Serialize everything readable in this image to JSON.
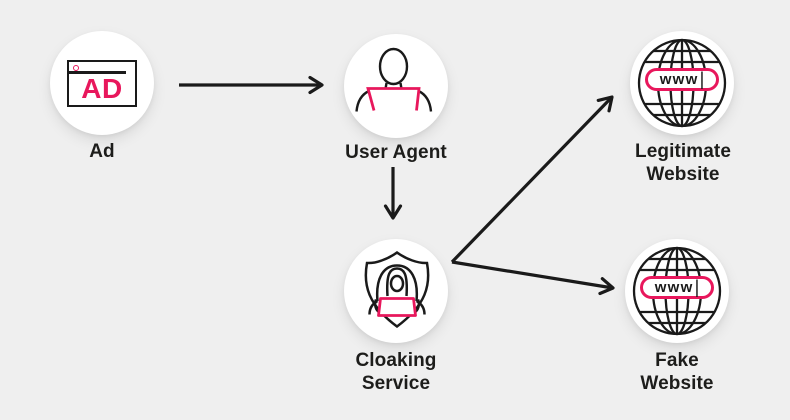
{
  "colors": {
    "background": "#efefef",
    "node_fill": "#ffffff",
    "line": "#1a1a1a",
    "accent_pink": "#e8175c",
    "label_text": "#1d1d1b"
  },
  "nodes": [
    {
      "id": "ad",
      "icon": "ad-browser-icon",
      "line1": "Ad",
      "line2": ""
    },
    {
      "id": "user-agent",
      "icon": "person-at-laptop-icon",
      "line1": "User Agent",
      "line2": ""
    },
    {
      "id": "cloaking-service",
      "icon": "hooded-figure-shield-icon",
      "line1": "Cloaking",
      "line2": "Service"
    },
    {
      "id": "legitimate-website",
      "icon": "globe-www-icon",
      "line1": "Legitimate",
      "line2": "Website"
    },
    {
      "id": "fake-website",
      "icon": "globe-www-icon",
      "line1": "Fake",
      "line2": "Website"
    }
  ],
  "icon_text": {
    "ad_badge": "AD",
    "www": "www",
    "cursor": "|"
  },
  "edges": [
    {
      "from": "ad",
      "to": "user-agent"
    },
    {
      "from": "user-agent",
      "to": "cloaking-service"
    },
    {
      "from": "cloaking-service",
      "to": "legitimate-website"
    },
    {
      "from": "cloaking-service",
      "to": "fake-website"
    }
  ]
}
